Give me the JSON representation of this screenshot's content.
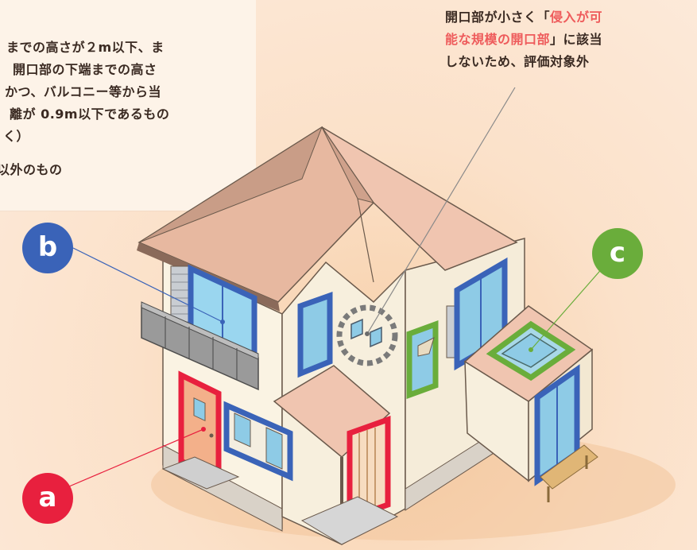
{
  "note": {
    "line1": "までの高さが２m以下、ま",
    "line2": "開口部の下端までの高さ",
    "line3": "かつ、バルコニー等から当",
    "line4": "離が 0.9m以下であるもの",
    "line5": "く）",
    "line6": "以外のもの"
  },
  "callout": {
    "l1_pre": "開口部が小さく「",
    "l1_hl": "侵入が可",
    "l2_hl": "能な規模の開口部",
    "l2_post": "」に該当",
    "l3": "しないため、評価対象外"
  },
  "badges": {
    "a": "a",
    "b": "b",
    "c": "c"
  },
  "colors": {
    "red": "#e8203e",
    "blue": "#3a63b8",
    "green": "#6aad3b",
    "highlight": "#ee5b5b"
  }
}
